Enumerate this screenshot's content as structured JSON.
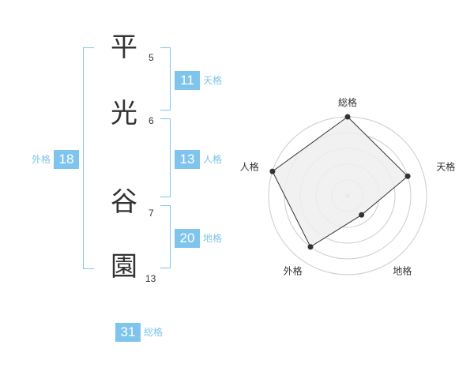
{
  "name": {
    "chars": [
      {
        "char": "平",
        "strokes": "5"
      },
      {
        "char": "光",
        "strokes": "6"
      },
      {
        "char": "谷",
        "strokes": "7"
      },
      {
        "char": "園",
        "strokes": "13"
      }
    ]
  },
  "fortunes": {
    "tenkaku": {
      "value": "11",
      "label": "天格"
    },
    "jinkaku": {
      "value": "13",
      "label": "人格"
    },
    "chikaku": {
      "value": "20",
      "label": "地格"
    },
    "gaikaku": {
      "value": "18",
      "label": "外格"
    },
    "soukaku": {
      "value": "31",
      "label": "総格"
    }
  },
  "colors": {
    "accent": "#7fc4ec",
    "text": "#333333",
    "radar_fill": "#eeeeee",
    "grid": "#cccccc"
  },
  "chart_data": {
    "type": "radar",
    "axes": [
      "総格",
      "天格",
      "地格",
      "外格",
      "人格"
    ],
    "values": [
      5,
      4,
      1.5,
      4,
      5
    ],
    "max": 5,
    "grid_levels": 5
  }
}
